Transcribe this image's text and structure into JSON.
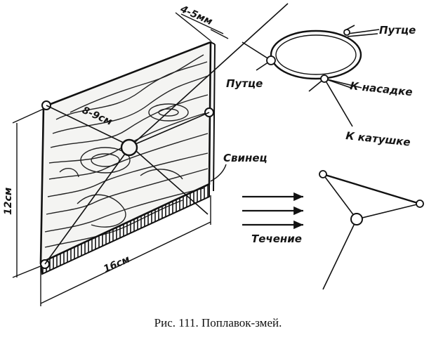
{
  "labels": {
    "thickness": "4-5мм",
    "diagonal": "8-9см",
    "height": "12см",
    "width": "16см",
    "lead": "Свинец",
    "current": "Течение",
    "leash_top": "Путце",
    "leash_left": "Путце",
    "to_bait": "К насадке",
    "to_reel": "К катушке"
  },
  "caption": "Рис. 111. Поплавок-змей."
}
